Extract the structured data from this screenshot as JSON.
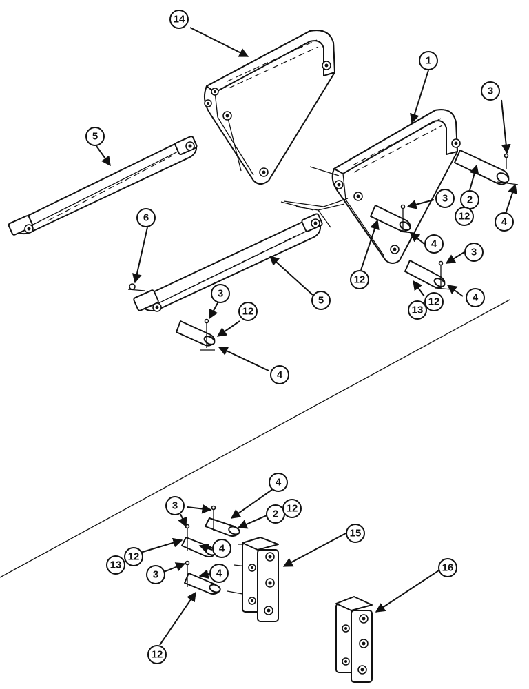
{
  "callouts": {
    "c_14": "14",
    "c_1": "1",
    "c_3_top": "3",
    "c_5_left": "5",
    "c_3_mid": "3",
    "c_2_mid": "2",
    "c_12_a": "12",
    "c_4_right": "4",
    "c_6": "6",
    "c_4_mid": "4",
    "c_12_mid": "12",
    "c_3_low": "3",
    "c_12_low": "12",
    "c_13_low": "13",
    "c_4_low": "4",
    "c_5_mid": "5",
    "c_3_bar": "3",
    "c_12_bar": "12",
    "c_4_bar": "4",
    "c_4_b1": "4",
    "c_2_b": "2",
    "c_12_b1": "12",
    "c_3_b1": "3",
    "c_12_b2": "12",
    "c_13_b": "13",
    "c_4_b2": "4",
    "c_3_b2": "3",
    "c_4_b3": "4",
    "c_15": "15",
    "c_16": "16",
    "c_12_b3": "12"
  }
}
